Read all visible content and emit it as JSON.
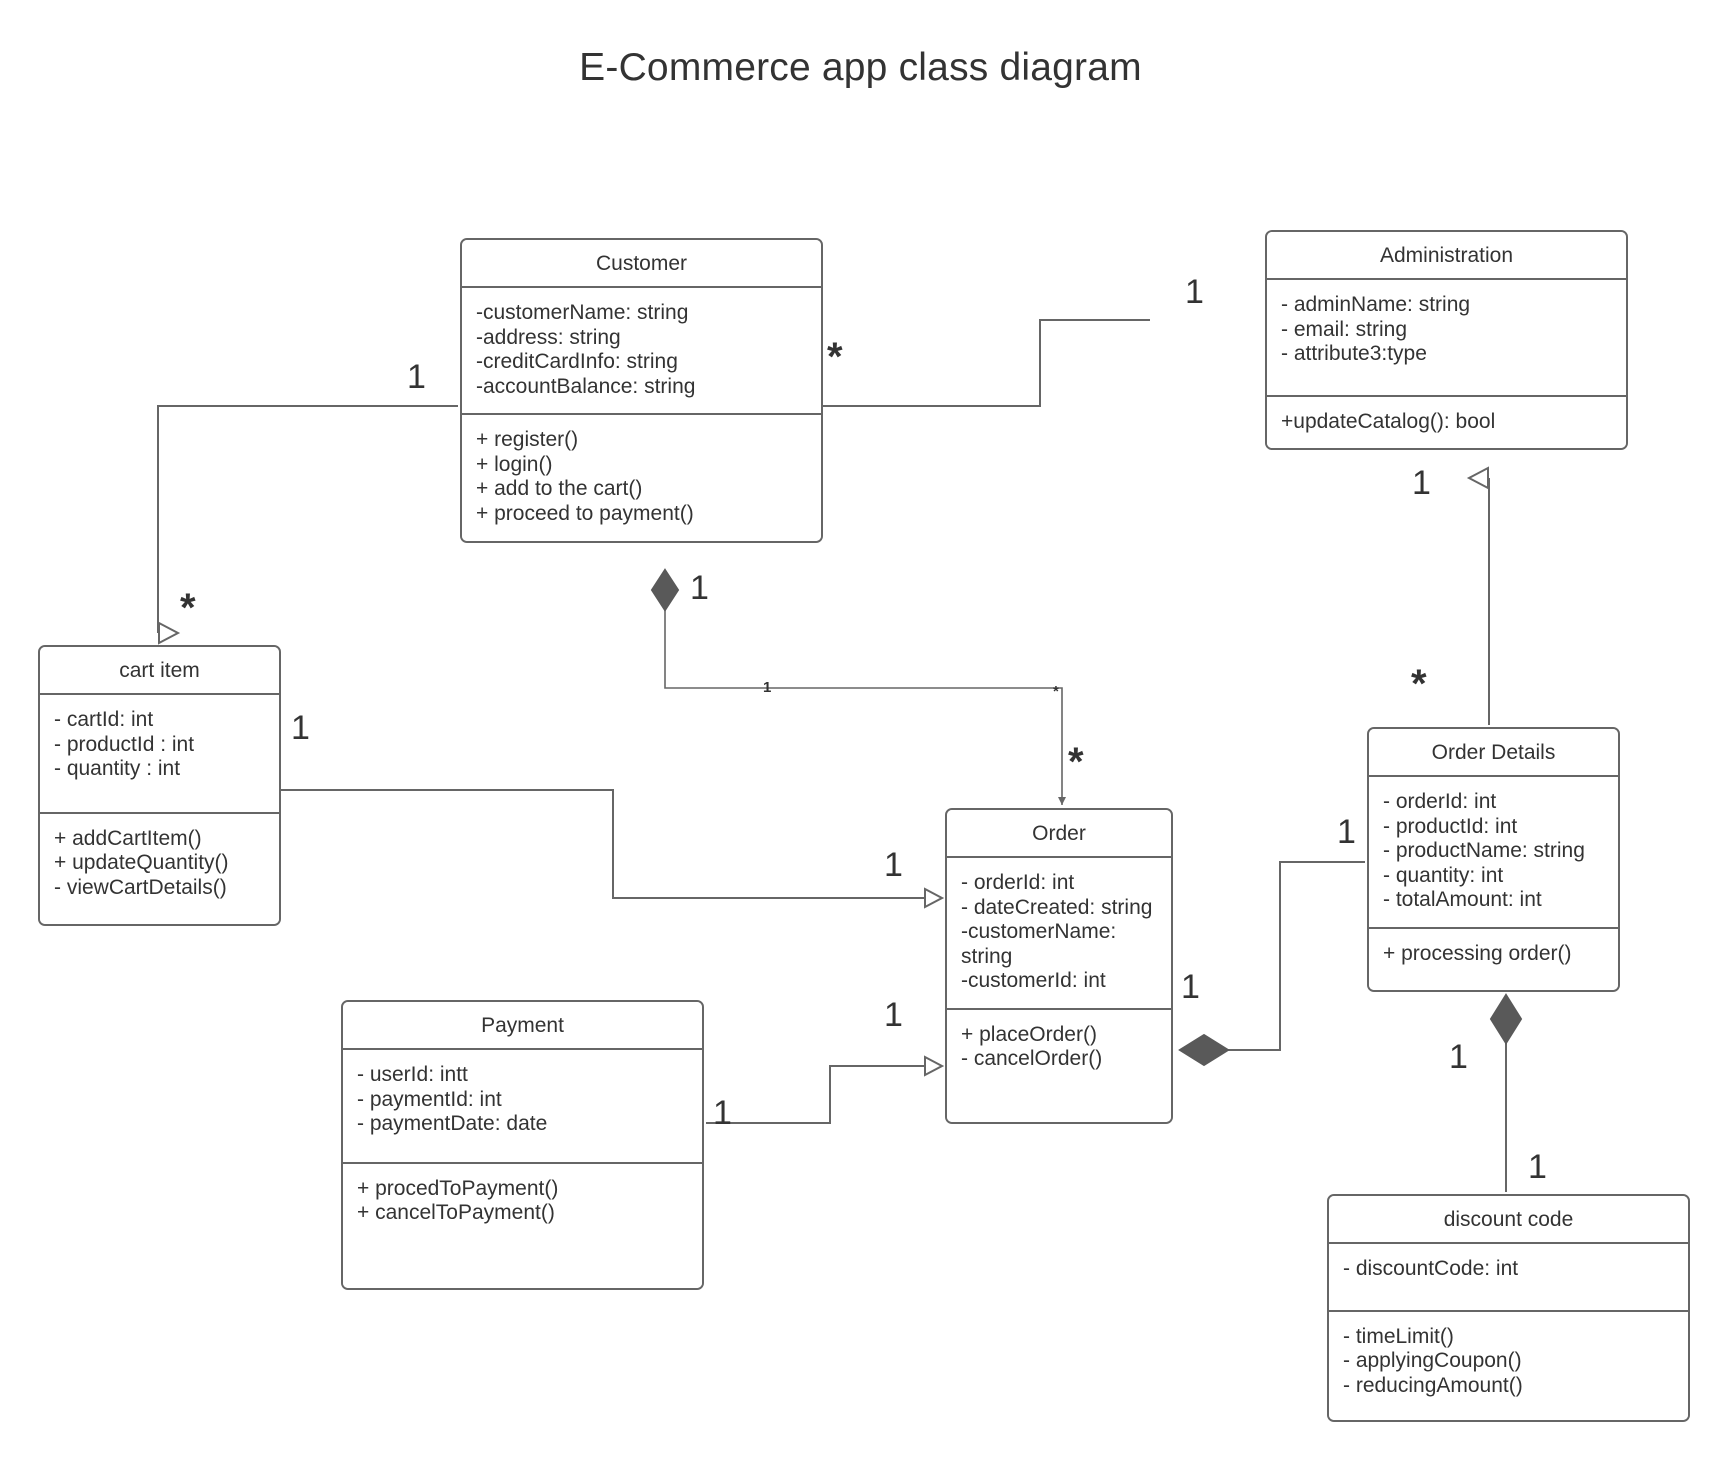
{
  "title": "E-Commerce app class diagram",
  "classes": {
    "customer": {
      "name": "Customer",
      "attributes": [
        "-customerName: string",
        "-address: string",
        "-creditCardInfo: string",
        "-accountBalance: string"
      ],
      "methods": [
        "+ register()",
        "+ login()",
        "+ add to the cart()",
        "+ proceed to payment()"
      ]
    },
    "administration": {
      "name": "Administration",
      "attributes": [
        "- adminName: string",
        "- email: string",
        "- attribute3:type"
      ],
      "methods": [
        "+updateCatalog(): bool"
      ]
    },
    "cart_item": {
      "name": "cart item",
      "attributes": [
        "- cartId: int",
        "- productId : int",
        "- quantity : int"
      ],
      "methods": [
        "+ addCartItem()",
        "+ updateQuantity()",
        "- viewCartDetails()"
      ]
    },
    "order": {
      "name": "Order",
      "attributes": [
        "- orderId: int",
        "- dateCreated: string",
        "-customerName: string",
        "-customerId: int"
      ],
      "methods": [
        "+ placeOrder()",
        "- cancelOrder()"
      ]
    },
    "order_details": {
      "name": "Order Details",
      "attributes": [
        "- orderId: int",
        "- productId: int",
        "- productName: string",
        "- quantity: int",
        "- totalAmount: int"
      ],
      "methods": [
        "+ processing order()"
      ]
    },
    "payment": {
      "name": "Payment",
      "attributes": [
        "- userId: intt",
        "- paymentId: int",
        "- paymentDate: date"
      ],
      "methods": [
        "+ procedToPayment()",
        "+ cancelToPayment()"
      ]
    },
    "discount_code": {
      "name": "discount code",
      "attributes": [
        "- discountCode: int"
      ],
      "methods": [
        "- timeLimit()",
        "- applyingCoupon()",
        "- reducingAmount()"
      ]
    }
  },
  "multiplicities": {
    "admin_to_customer_source": "1",
    "customer_to_cartitem_source": "1",
    "customer_to_cartitem_target": "*",
    "admin_to_customer_target": "*",
    "orderdetails_to_admin": "1",
    "orderdetails_star": "*",
    "customer_to_order_diamond": "1",
    "customer_order_line_source": "1",
    "customer_order_line_target": "*",
    "order_star": "*",
    "cartitem_to_order_source": "1",
    "cartitem_to_order_target": "1",
    "payment_to_order_source": "1",
    "payment_to_order_target": "1",
    "order_to_orderdetails_source": "1",
    "order_to_orderdetails_target": "1",
    "orderdetails_to_discount_source": "1",
    "orderdetails_to_discount_target": "1"
  },
  "colors": {
    "stroke": "#666666",
    "text": "#333333",
    "background": "#ffffff"
  }
}
